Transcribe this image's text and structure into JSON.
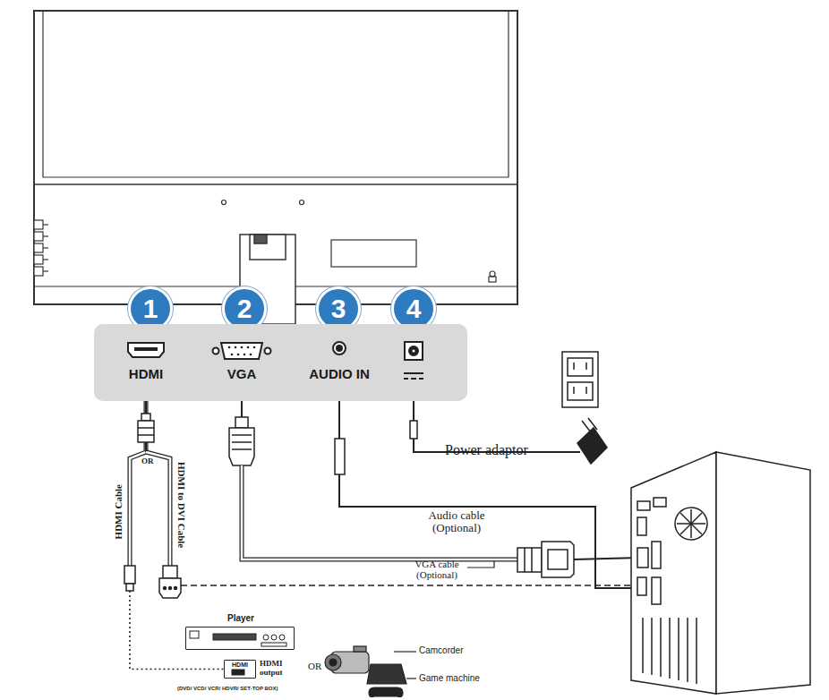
{
  "diagram": {
    "nodes": [
      {
        "text": [
          "1"
        ]
      },
      {
        "text": [
          "2"
        ]
      },
      {
        "text": [
          "3"
        ]
      },
      {
        "text": [
          "4"
        ]
      },
      {
        "text": [
          "HDMI",
          "VGA",
          "AUDIO IN"
        ]
      },
      {
        "text": [
          "Player"
        ]
      },
      {
        "text": [
          "HDMI"
        ]
      }
    ],
    "edges": [
      {
        "from": 4,
        "to": 6,
        "arrow": "none",
        "label": "HDMI Cable"
      }
    ],
    "labels": [
      "OR",
      "HDMI to DVI Cable",
      "Power adaptor",
      "Audio cable (Optional)",
      "VGA cable (Optional)",
      "HDMI output",
      "(DVD/ VCD/ VCR/ HDVR/ SET-TOP BOX)",
      "OR",
      "Camcorder",
      "Game machine"
    ]
  }
}
